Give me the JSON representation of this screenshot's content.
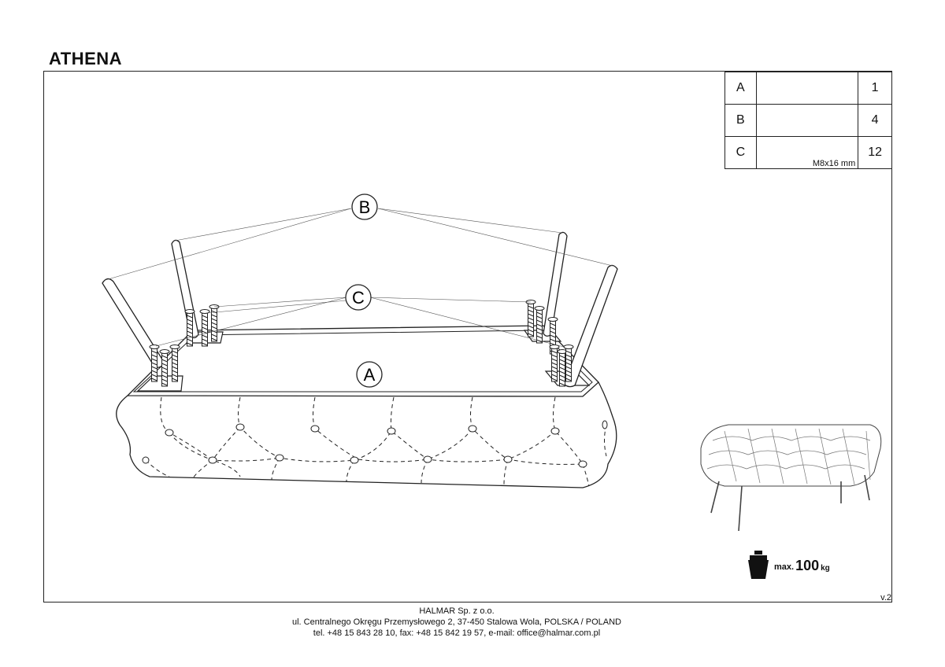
{
  "title": "ATHENA",
  "parts": [
    {
      "key": "A",
      "qty": "1",
      "icon": "tufted-seat-icon"
    },
    {
      "key": "B",
      "qty": "4",
      "icon": "leg-icon"
    },
    {
      "key": "C",
      "qty": "12",
      "icon": "bolt-icon",
      "spec": "M8x16 mm"
    }
  ],
  "callouts": {
    "b": "B",
    "c": "C",
    "a": "A"
  },
  "max_load": {
    "prefix": "max.",
    "value": "100",
    "unit": "kg"
  },
  "version": "v.2",
  "footer": {
    "company": "HALMAR Sp. z o.o.",
    "address": "ul. Centralnego Okręgu Przemysłowego 2, 37-450 Stalowa Wola, POLSKA / POLAND",
    "contact": "tel. +48 15 843 28 10, fax: +48 15 842 19 57, e-mail: office@halmar.com.pl"
  }
}
